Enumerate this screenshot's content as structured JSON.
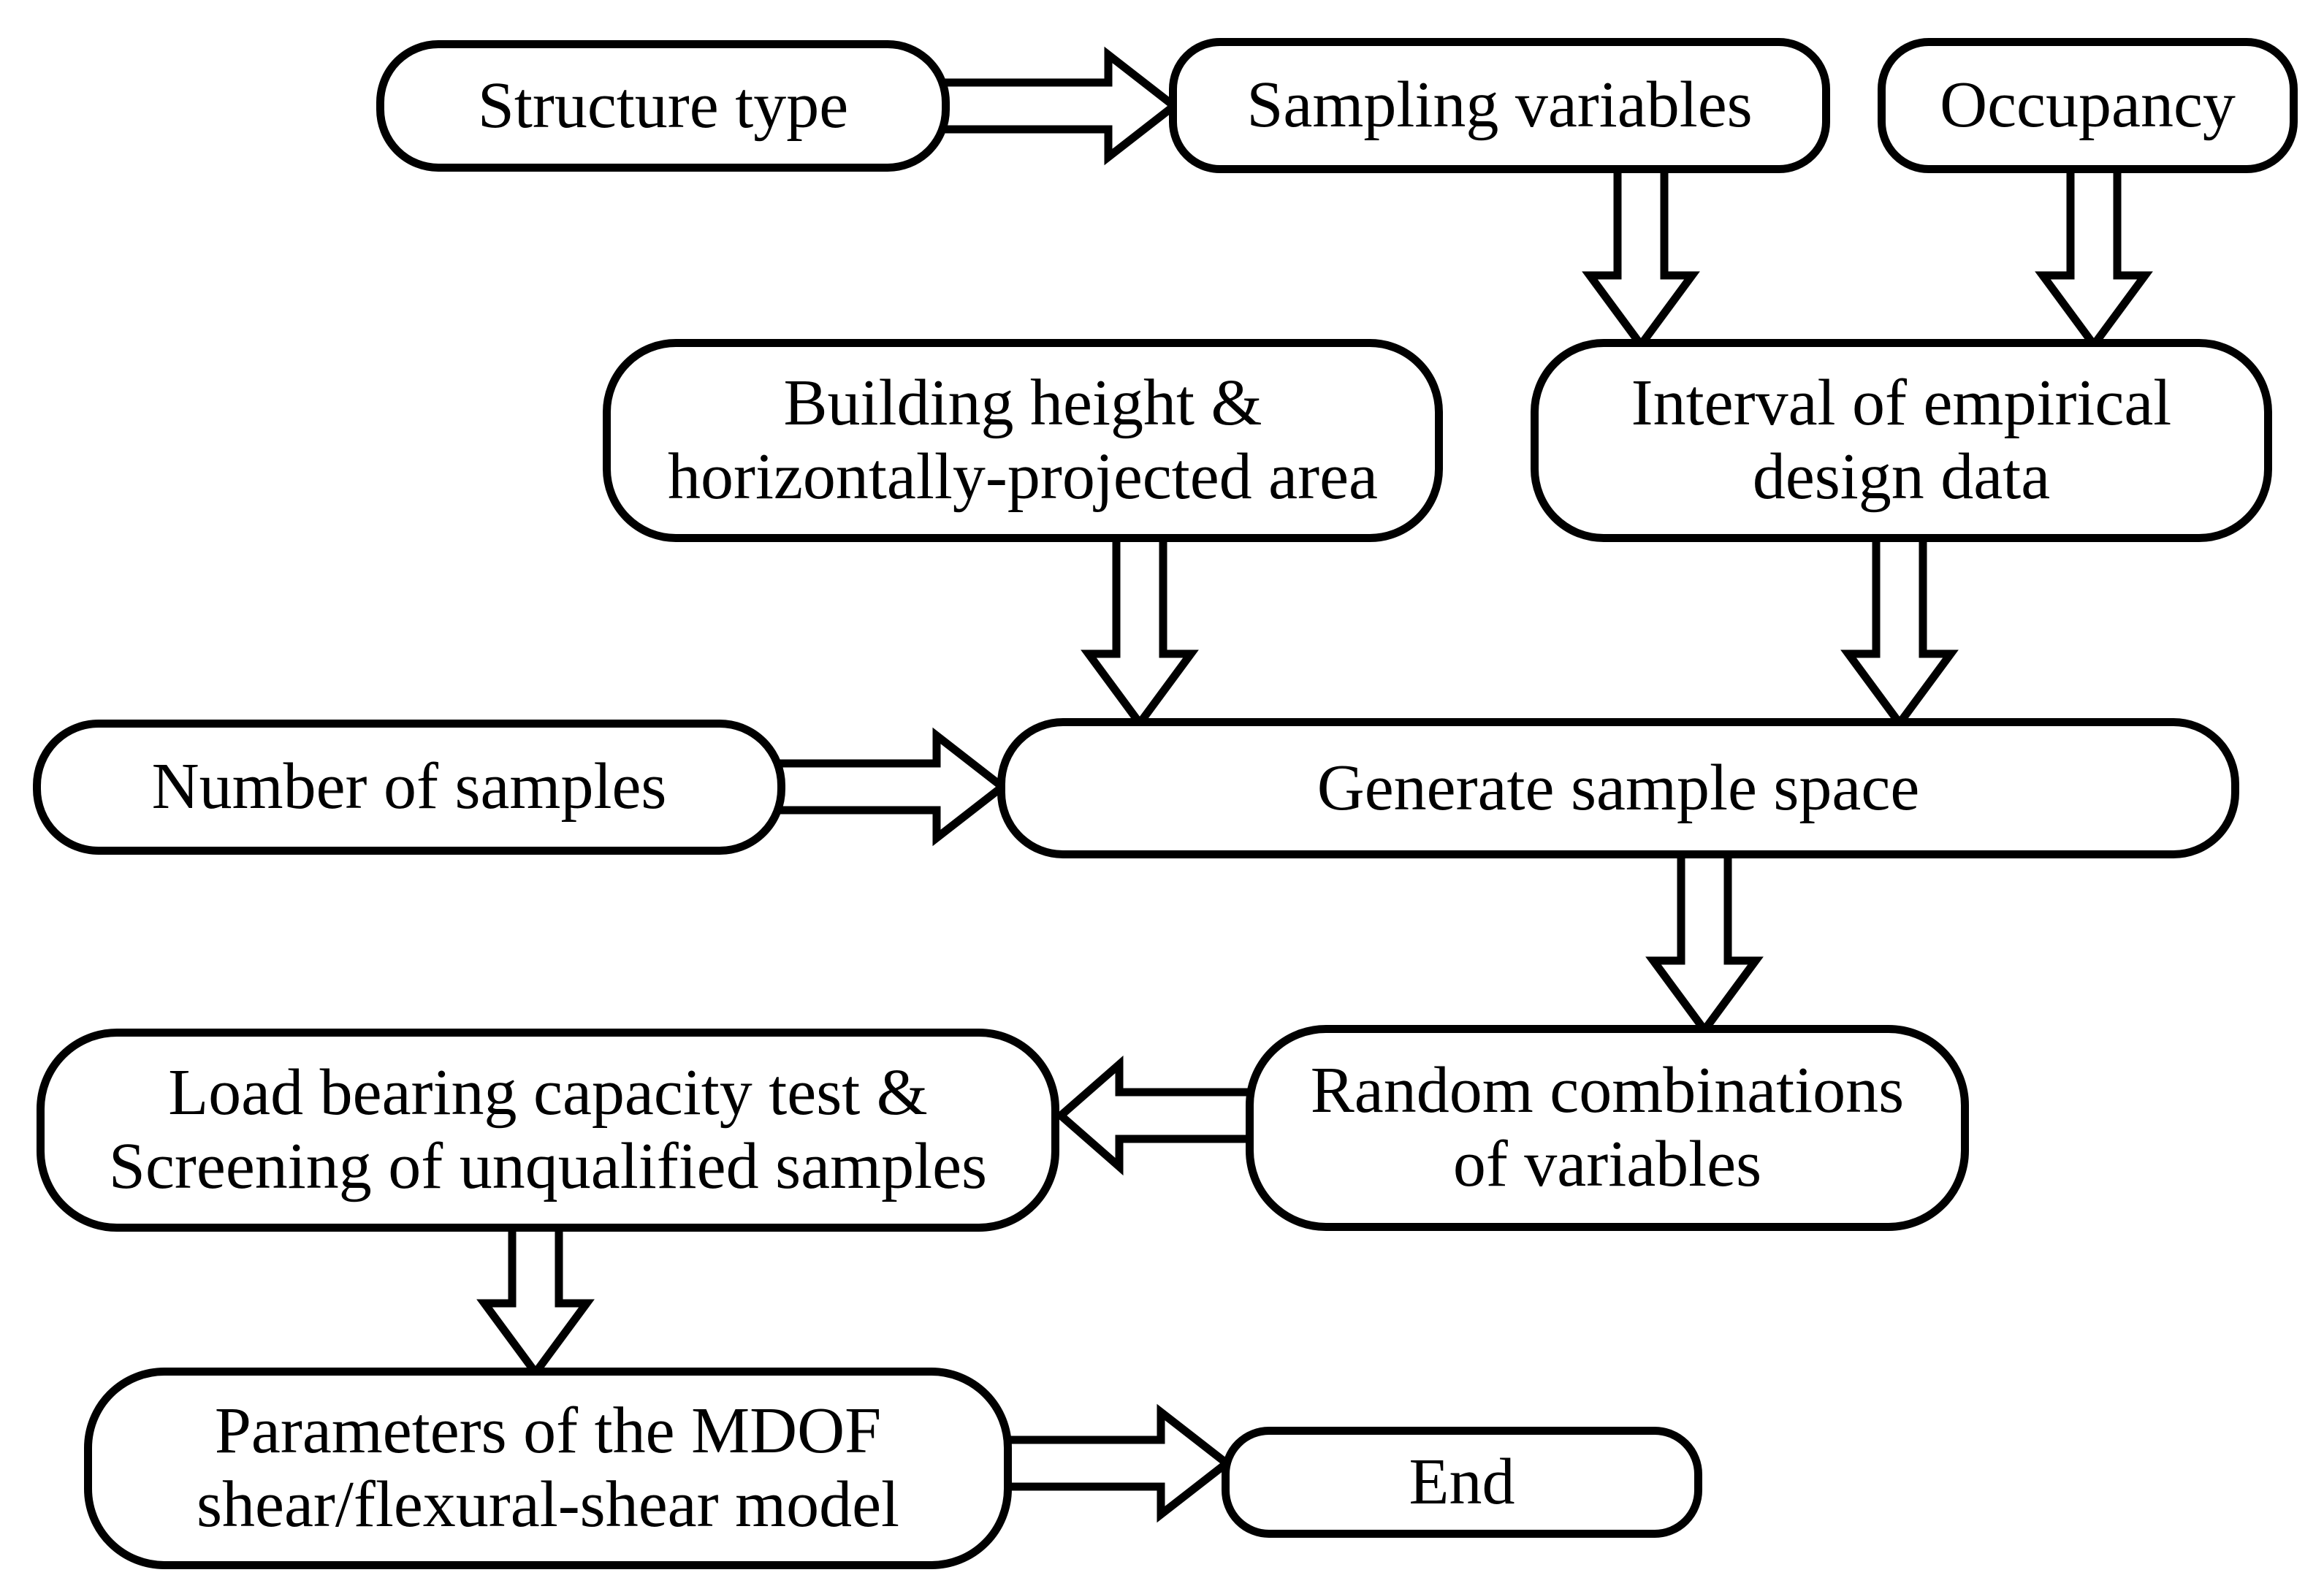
{
  "diagram": {
    "type": "flowchart",
    "colors": {
      "background": "#ffffff",
      "node_fill": "#ffffff",
      "node_border": "#000000",
      "arrow_fill": "#ffffff",
      "arrow_outline": "#000000",
      "text": "#000000"
    },
    "nodes": {
      "structure_type": {
        "lines": [
          "Structure type"
        ]
      },
      "sampling_variables": {
        "lines": [
          "Sampling variables"
        ]
      },
      "occupancy": {
        "lines": [
          "Occupancy"
        ]
      },
      "building_height": {
        "lines": [
          "Building height &",
          "horizontally-projected area"
        ]
      },
      "interval_empirical": {
        "lines": [
          "Interval of empirical",
          "design data"
        ]
      },
      "number_of_samples": {
        "lines": [
          "Number of samples"
        ]
      },
      "generate_sample_space": {
        "lines": [
          "Generate sample space"
        ]
      },
      "load_bearing": {
        "lines": [
          "Load bearing capacity test &",
          "Screening of unqualified samples"
        ]
      },
      "random_combinations": {
        "lines": [
          "Random combinations",
          "of variables"
        ]
      },
      "parameters_mdof": {
        "lines": [
          "Parameters of the MDOF",
          "shear/flexural-shear model"
        ]
      },
      "end": {
        "lines": [
          "End"
        ]
      }
    },
    "edges": [
      {
        "from": "structure_type",
        "to": "sampling_variables",
        "direction": "right"
      },
      {
        "from": "sampling_variables",
        "to": "interval_empirical",
        "direction": "down"
      },
      {
        "from": "occupancy",
        "to": "interval_empirical",
        "direction": "down"
      },
      {
        "from": "building_height",
        "to": "generate_sample_space",
        "direction": "down"
      },
      {
        "from": "interval_empirical",
        "to": "generate_sample_space",
        "direction": "down"
      },
      {
        "from": "number_of_samples",
        "to": "generate_sample_space",
        "direction": "right"
      },
      {
        "from": "generate_sample_space",
        "to": "random_combinations",
        "direction": "down"
      },
      {
        "from": "random_combinations",
        "to": "load_bearing",
        "direction": "left"
      },
      {
        "from": "load_bearing",
        "to": "parameters_mdof",
        "direction": "down"
      },
      {
        "from": "parameters_mdof",
        "to": "end",
        "direction": "right"
      }
    ]
  }
}
